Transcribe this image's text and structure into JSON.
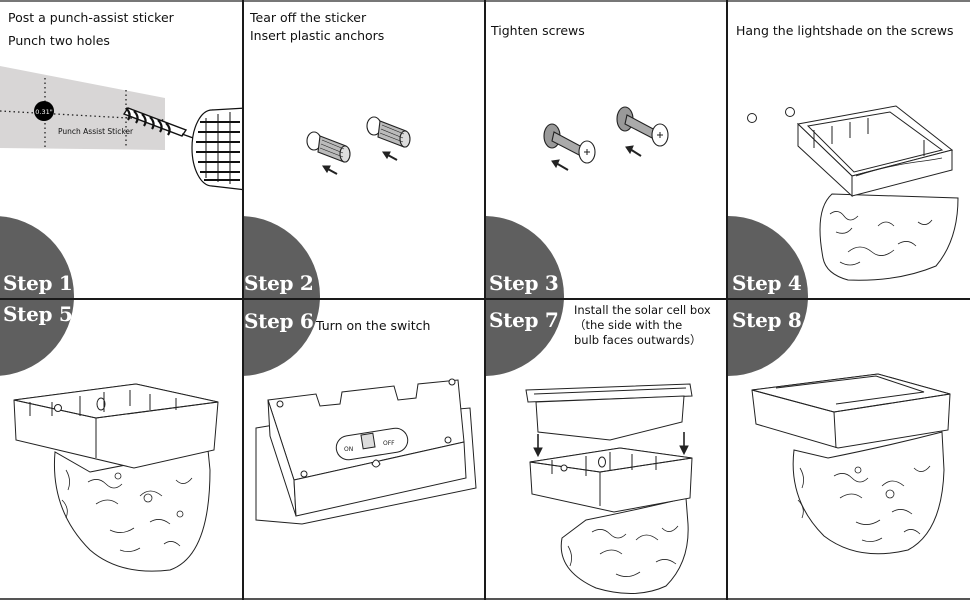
{
  "colors": {
    "badge": "#5f5f5f",
    "line": "#1a1a1a",
    "sticker": "#d8d6d6",
    "text": "#111111"
  },
  "steps": [
    {
      "label": "Step 1",
      "lines": [
        "Post a punch-assist sticker",
        "Punch two holes"
      ],
      "illustration": "drill-icon"
    },
    {
      "label": "Step 2",
      "lines": [
        "Tear off the sticker",
        "Insert plastic anchors"
      ],
      "illustration": "anchor-icon"
    },
    {
      "label": "Step 3",
      "lines": [
        "Tighten screws"
      ],
      "illustration": "screw-icon"
    },
    {
      "label": "Step 4",
      "lines": [
        "Hang the lightshade on the screws"
      ],
      "illustration": "lightshade-icon"
    },
    {
      "label": "Step 5",
      "lines": [],
      "illustration": "lightshade-icon"
    },
    {
      "label": "Step 6",
      "lines": [
        "Turn on the switch"
      ],
      "illustration": "solar-box-icon"
    },
    {
      "label": "Step 7",
      "lines": [
        "Install the solar cell box",
        "（the side with the",
        "bulb faces outwards）"
      ],
      "illustration": "solar-box-icon"
    },
    {
      "label": "Step 8",
      "lines": [],
      "illustration": "lightshade-icon"
    }
  ],
  "sticker": {
    "label": "Punch Assist Sticker",
    "measurement": "0.31\""
  },
  "switch": {
    "on_label": "ON",
    "off_label": "OFF"
  }
}
